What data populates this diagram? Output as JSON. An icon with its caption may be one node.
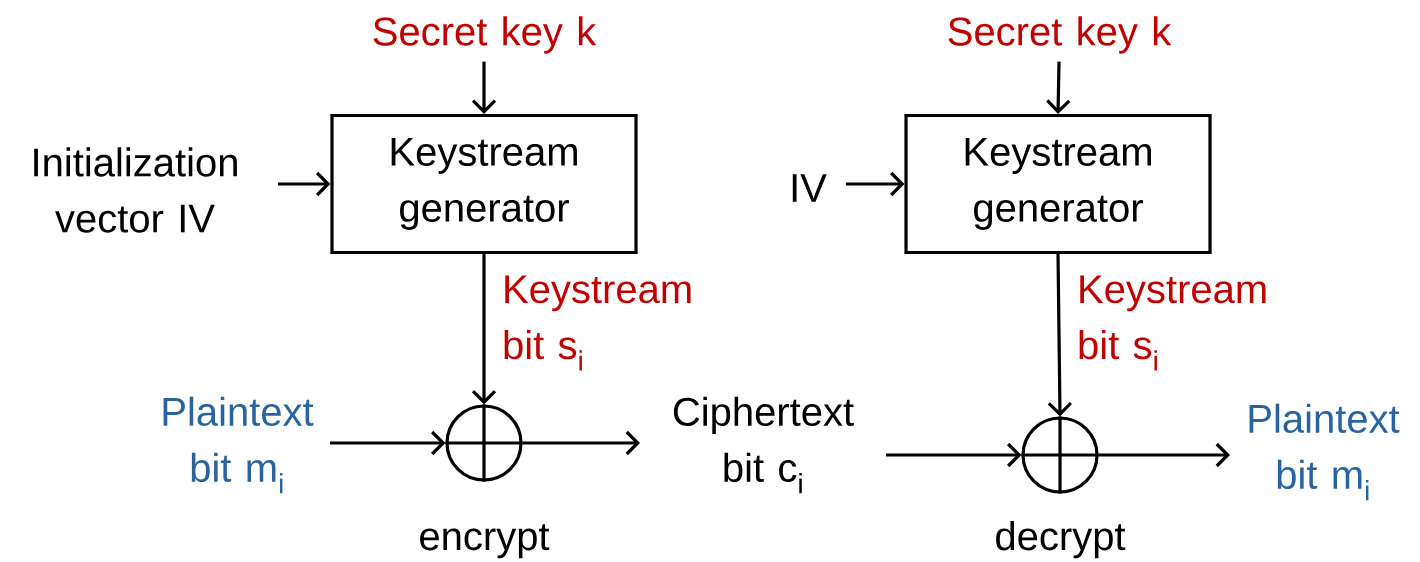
{
  "diagram": {
    "nodes": [
      {
        "text": [
          "Secret key k"
        ]
      },
      {
        "text": [
          "Initialization vector IV"
        ]
      },
      {
        "text": [
          "Keystream generator"
        ]
      },
      {
        "text": [],
        "shape": "circle",
        "beside": [
          "encrypt"
        ]
      },
      {
        "text": [
          "Plaintext bit m$_{i}$"
        ]
      },
      {
        "text": [
          "Ciphertext bit c$_{i}$"
        ]
      },
      {
        "text": [
          "Secret key k"
        ]
      },
      {
        "text": [
          "IV"
        ]
      },
      {
        "text": [
          "Keystream generator"
        ]
      },
      {
        "text": [],
        "shape": "circle",
        "beside": [
          "decrypt"
        ]
      },
      {
        "text": [
          "Plaintext bit m$_{i}$"
        ]
      }
    ],
    "edges": [
      {
        "from": 0,
        "to": 2,
        "arrow": "to"
      },
      {
        "from": 1,
        "to": 2,
        "arrow": "to"
      },
      {
        "from": 2,
        "to": 3,
        "arrow": "to",
        "label": "Keystream bit s$_{i}$"
      },
      {
        "from": 4,
        "to": 3,
        "arrow": "to"
      },
      {
        "from": 3,
        "to": 5,
        "arrow": "to"
      },
      {
        "from": 6,
        "to": 8,
        "arrow": "to"
      },
      {
        "from": 7,
        "to": 8,
        "arrow": "to"
      },
      {
        "from": 8,
        "to": 9,
        "arrow": "to",
        "label": "Keystream bit s$_{i}$"
      },
      {
        "from": 5,
        "to": 9,
        "arrow": "to"
      },
      {
        "from": 9,
        "to": 10,
        "arrow": "to"
      }
    ]
  }
}
